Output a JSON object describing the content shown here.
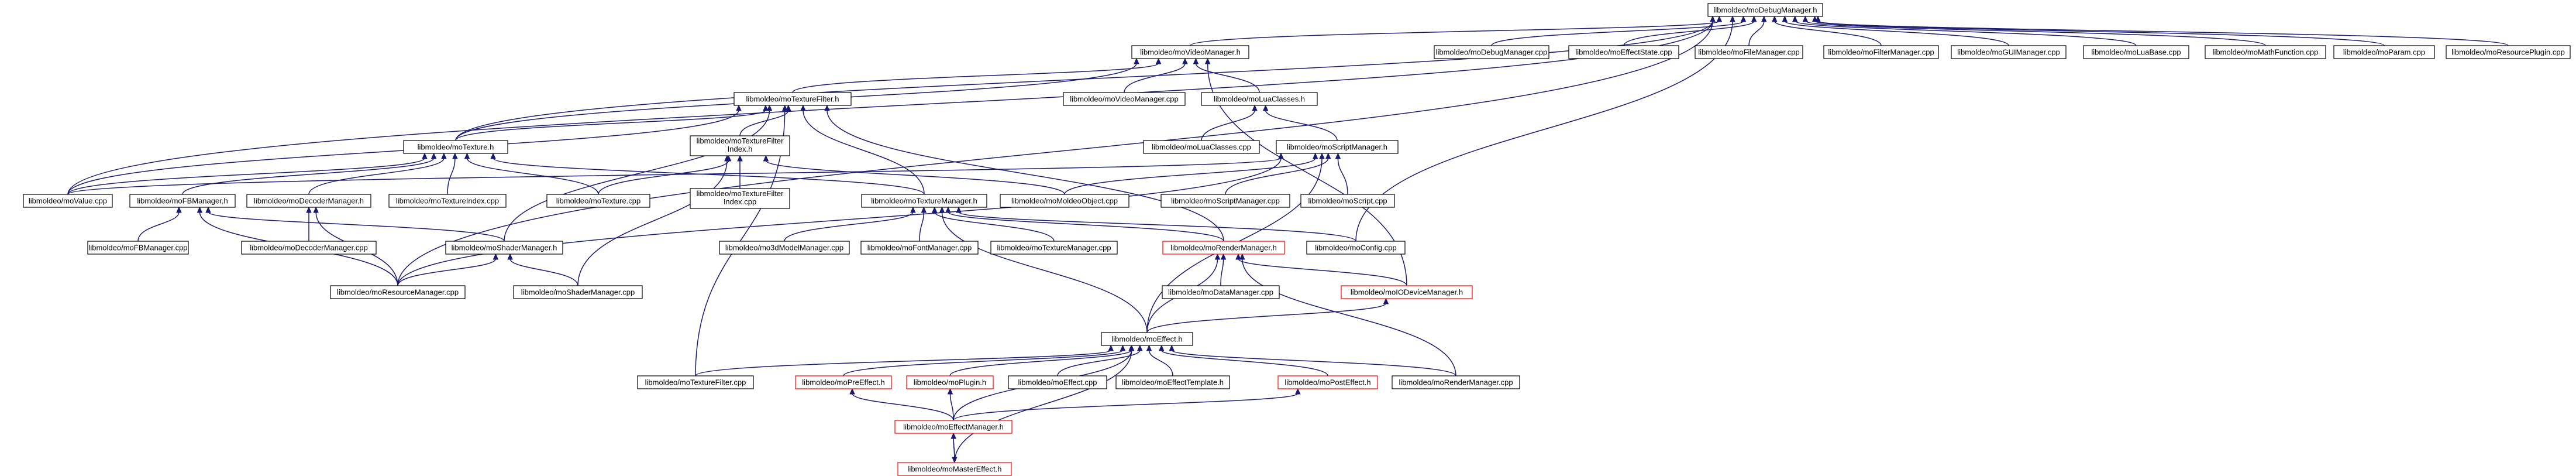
{
  "diagram": {
    "title": "",
    "colors": {
      "edge": "#191970",
      "node_border": "#000000",
      "node_border_incomplete": "#ff0000",
      "root_fill": "#bfbfbf",
      "node_fill": "#ffffff"
    },
    "nodes": [
      {
        "id": "n_debug_h",
        "label": "libmoldeo/moDebugManager.h",
        "root": true
      },
      {
        "id": "n_video_h",
        "label": "libmoldeo/moVideoManager.h"
      },
      {
        "id": "n_debug_cpp",
        "label": "libmoldeo/moDebugManager.cpp"
      },
      {
        "id": "n_effectstate_cpp",
        "label": "libmoldeo/moEffectState.cpp"
      },
      {
        "id": "n_file_cpp",
        "label": "libmoldeo/moFileManager.cpp"
      },
      {
        "id": "n_filter_cpp",
        "label": "libmoldeo/moFilterManager.cpp"
      },
      {
        "id": "n_gui_cpp",
        "label": "libmoldeo/moGUIManager.cpp"
      },
      {
        "id": "n_luabase_cpp",
        "label": "libmoldeo/moLuaBase.cpp"
      },
      {
        "id": "n_mathfunc_cpp",
        "label": "libmoldeo/moMathFunction.cpp"
      },
      {
        "id": "n_param_cpp",
        "label": "libmoldeo/moParam.cpp"
      },
      {
        "id": "n_resplugin_cpp",
        "label": "libmoldeo/moResourcePlugin.cpp"
      },
      {
        "id": "n_texfilter_h",
        "label": "libmoldeo/moTextureFilter.h"
      },
      {
        "id": "n_video_cpp",
        "label": "libmoldeo/moVideoManager.cpp"
      },
      {
        "id": "n_luaclasses_h",
        "label": "libmoldeo/moLuaClasses.h"
      },
      {
        "id": "n_texfilterindex_h",
        "label": "libmoldeo/moTextureFilter Index.h"
      },
      {
        "id": "n_texture_h",
        "label": "libmoldeo/moTexture.h"
      },
      {
        "id": "n_luaclasses_cpp",
        "label": "libmoldeo/moLuaClasses.cpp"
      },
      {
        "id": "n_script_h",
        "label": "libmoldeo/moScriptManager.h"
      },
      {
        "id": "n_value_cpp",
        "label": "libmoldeo/moValue.cpp"
      },
      {
        "id": "n_fb_h",
        "label": "libmoldeo/moFBManager.h"
      },
      {
        "id": "n_decoder_h",
        "label": "libmoldeo/moDecoderManager.h"
      },
      {
        "id": "n_texindex_cpp",
        "label": "libmoldeo/moTextureIndex.cpp"
      },
      {
        "id": "n_texture_cpp",
        "label": "libmoldeo/moTexture.cpp"
      },
      {
        "id": "n_texfilterindex_cpp",
        "label": "libmoldeo/moTextureFilter Index.cpp"
      },
      {
        "id": "n_texmgr_h",
        "label": "libmoldeo/moTextureManager.h"
      },
      {
        "id": "n_moldeoobj_cpp",
        "label": "libmoldeo/moMoldeoObject.cpp"
      },
      {
        "id": "n_script_cpp",
        "label": "libmoldeo/moScriptManager.cpp"
      },
      {
        "id": "n_mscript_cpp",
        "label": "libmoldeo/moScript.cpp"
      },
      {
        "id": "n_fb_cpp",
        "label": "libmoldeo/moFBManager.cpp"
      },
      {
        "id": "n_decoder_cpp",
        "label": "libmoldeo/moDecoderManager.cpp"
      },
      {
        "id": "n_shader_h",
        "label": "libmoldeo/moShaderManager.h"
      },
      {
        "id": "n_3dmodel_cpp",
        "label": "libmoldeo/mo3dModelManager.cpp"
      },
      {
        "id": "n_font_cpp",
        "label": "libmoldeo/moFontManager.cpp"
      },
      {
        "id": "n_texmgr_cpp",
        "label": "libmoldeo/moTextureManager.cpp"
      },
      {
        "id": "n_render_h",
        "label": "libmoldeo/moRenderManager.h",
        "incomplete": true
      },
      {
        "id": "n_config_cpp",
        "label": "libmoldeo/moConfig.cpp"
      },
      {
        "id": "n_resource_cpp",
        "label": "libmoldeo/moResourceManager.cpp"
      },
      {
        "id": "n_shader_cpp",
        "label": "libmoldeo/moShaderManager.cpp"
      },
      {
        "id": "n_datamgr_cpp",
        "label": "libmoldeo/moDataManager.cpp"
      },
      {
        "id": "n_iodevice_h",
        "label": "libmoldeo/moIODeviceManager.h",
        "incomplete": true
      },
      {
        "id": "n_effect_h",
        "label": "libmoldeo/moEffect.h"
      },
      {
        "id": "n_texfilter_cpp",
        "label": "libmoldeo/moTextureFilter.cpp"
      },
      {
        "id": "n_preeffect_h",
        "label": "libmoldeo/moPreEffect.h",
        "incomplete": true
      },
      {
        "id": "n_plugin_h",
        "label": "libmoldeo/moPlugin.h",
        "incomplete": true
      },
      {
        "id": "n_effect_cpp",
        "label": "libmoldeo/moEffect.cpp"
      },
      {
        "id": "n_efftemplate_h",
        "label": "libmoldeo/moEffectTemplate.h"
      },
      {
        "id": "n_posteffect_h",
        "label": "libmoldeo/moPostEffect.h",
        "incomplete": true
      },
      {
        "id": "n_render_cpp",
        "label": "libmoldeo/moRenderManager.cpp"
      },
      {
        "id": "n_effmgr_h",
        "label": "libmoldeo/moEffectManager.h",
        "incomplete": true
      },
      {
        "id": "n_master_h",
        "label": "libmoldeo/moMasterEffect.h",
        "incomplete": true
      }
    ],
    "edges": [
      {
        "from": "n_debug_h",
        "to": "n_video_h"
      },
      {
        "from": "n_debug_h",
        "to": "n_debug_cpp"
      },
      {
        "from": "n_debug_h",
        "to": "n_effectstate_cpp"
      },
      {
        "from": "n_debug_h",
        "to": "n_file_cpp"
      },
      {
        "from": "n_debug_h",
        "to": "n_filter_cpp"
      },
      {
        "from": "n_debug_h",
        "to": "n_gui_cpp"
      },
      {
        "from": "n_debug_h",
        "to": "n_luabase_cpp"
      },
      {
        "from": "n_debug_h",
        "to": "n_mathfunc_cpp"
      },
      {
        "from": "n_debug_h",
        "to": "n_param_cpp"
      },
      {
        "from": "n_debug_h",
        "to": "n_resplugin_cpp"
      },
      {
        "from": "n_debug_h",
        "to": "n_config_cpp"
      },
      {
        "from": "n_debug_h",
        "to": "n_value_cpp"
      },
      {
        "from": "n_debug_h",
        "to": "n_resource_cpp"
      },
      {
        "from": "n_debug_h",
        "to": "n_texture_h"
      },
      {
        "from": "n_video_h",
        "to": "n_texfilter_h"
      },
      {
        "from": "n_video_h",
        "to": "n_video_cpp"
      },
      {
        "from": "n_video_h",
        "to": "n_luaclasses_h"
      },
      {
        "from": "n_video_h",
        "to": "n_iodevice_h"
      },
      {
        "from": "n_video_h",
        "to": "n_texture_h"
      },
      {
        "from": "n_texfilter_h",
        "to": "n_texfilterindex_h"
      },
      {
        "from": "n_texfilter_h",
        "to": "n_texture_h"
      },
      {
        "from": "n_texfilter_h",
        "to": "n_texmgr_h"
      },
      {
        "from": "n_texfilter_h",
        "to": "n_shader_h"
      },
      {
        "from": "n_texfilter_h",
        "to": "n_render_h"
      },
      {
        "from": "n_texfilter_h",
        "to": "n_value_cpp"
      },
      {
        "from": "n_texfilter_h",
        "to": "n_texfilter_cpp"
      },
      {
        "from": "n_luaclasses_h",
        "to": "n_luaclasses_cpp"
      },
      {
        "from": "n_luaclasses_h",
        "to": "n_script_h"
      },
      {
        "from": "n_texfilterindex_h",
        "to": "n_texture_cpp"
      },
      {
        "from": "n_texfilterindex_h",
        "to": "n_texfilterindex_cpp"
      },
      {
        "from": "n_texfilterindex_h",
        "to": "n_moldeoobj_cpp"
      },
      {
        "from": "n_texfilterindex_h",
        "to": "n_shader_cpp"
      },
      {
        "from": "n_texture_h",
        "to": "n_value_cpp"
      },
      {
        "from": "n_texture_h",
        "to": "n_fb_h"
      },
      {
        "from": "n_texture_h",
        "to": "n_decoder_h"
      },
      {
        "from": "n_texture_h",
        "to": "n_texindex_cpp"
      },
      {
        "from": "n_texture_h",
        "to": "n_texture_cpp"
      },
      {
        "from": "n_texture_h",
        "to": "n_texmgr_h"
      },
      {
        "from": "n_script_h",
        "to": "n_moldeoobj_cpp"
      },
      {
        "from": "n_script_h",
        "to": "n_script_cpp"
      },
      {
        "from": "n_script_h",
        "to": "n_mscript_cpp"
      },
      {
        "from": "n_script_h",
        "to": "n_effect_h"
      },
      {
        "from": "n_script_h",
        "to": "n_value_cpp"
      },
      {
        "from": "n_script_h",
        "to": "n_resource_cpp"
      },
      {
        "from": "n_fb_h",
        "to": "n_fb_cpp"
      },
      {
        "from": "n_fb_h",
        "to": "n_resource_cpp"
      },
      {
        "from": "n_fb_h",
        "to": "n_shader_h"
      },
      {
        "from": "n_decoder_h",
        "to": "n_decoder_cpp"
      },
      {
        "from": "n_decoder_h",
        "to": "n_resource_cpp"
      },
      {
        "from": "n_texmgr_h",
        "to": "n_3dmodel_cpp"
      },
      {
        "from": "n_texmgr_h",
        "to": "n_font_cpp"
      },
      {
        "from": "n_texmgr_h",
        "to": "n_texmgr_cpp"
      },
      {
        "from": "n_texmgr_h",
        "to": "n_render_h"
      },
      {
        "from": "n_texmgr_h",
        "to": "n_config_cpp"
      },
      {
        "from": "n_texmgr_h",
        "to": "n_effect_h"
      },
      {
        "from": "n_shader_h",
        "to": "n_resource_cpp"
      },
      {
        "from": "n_shader_h",
        "to": "n_shader_cpp"
      },
      {
        "from": "n_render_h",
        "to": "n_datamgr_cpp"
      },
      {
        "from": "n_render_h",
        "to": "n_iodevice_h"
      },
      {
        "from": "n_render_h",
        "to": "n_effect_h"
      },
      {
        "from": "n_render_h",
        "to": "n_render_cpp"
      },
      {
        "from": "n_iodevice_h",
        "to": "n_effect_h"
      },
      {
        "from": "n_effect_h",
        "to": "n_texfilter_cpp"
      },
      {
        "from": "n_effect_h",
        "to": "n_preeffect_h"
      },
      {
        "from": "n_effect_h",
        "to": "n_plugin_h"
      },
      {
        "from": "n_effect_h",
        "to": "n_effect_cpp"
      },
      {
        "from": "n_effect_h",
        "to": "n_efftemplate_h"
      },
      {
        "from": "n_effect_h",
        "to": "n_posteffect_h"
      },
      {
        "from": "n_effect_h",
        "to": "n_render_cpp"
      },
      {
        "from": "n_effect_h",
        "to": "n_effmgr_h"
      },
      {
        "from": "n_effect_h",
        "to": "n_master_h"
      },
      {
        "from": "n_preeffect_h",
        "to": "n_effmgr_h"
      },
      {
        "from": "n_plugin_h",
        "to": "n_effmgr_h"
      },
      {
        "from": "n_posteffect_h",
        "to": "n_effmgr_h"
      },
      {
        "from": "n_effmgr_h",
        "to": "n_master_h"
      },
      {
        "from": "n_master_h",
        "to": "n_effmgr_h"
      }
    ]
  }
}
